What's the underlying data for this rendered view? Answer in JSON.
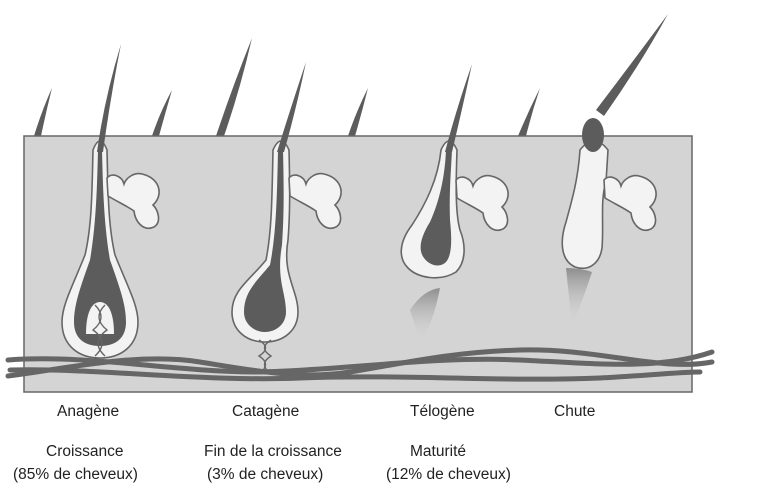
{
  "colors": {
    "skin": "#d4d4d4",
    "skin_outline": "#666666",
    "hair": "#5c5c5c",
    "follicle_wall": "#f3f3f3",
    "label_text": "#222222"
  },
  "stages": [
    {
      "name": "Anagène",
      "line1": "Croissance",
      "line2": "(85% de cheveux)"
    },
    {
      "name": "Catagène",
      "line1": "Fin de la croissance",
      "line2": "(3% de cheveux)"
    },
    {
      "name": "Télogène",
      "line1": "Maturité",
      "line2": "(12% de cheveux)"
    },
    {
      "name": "Chute"
    }
  ]
}
